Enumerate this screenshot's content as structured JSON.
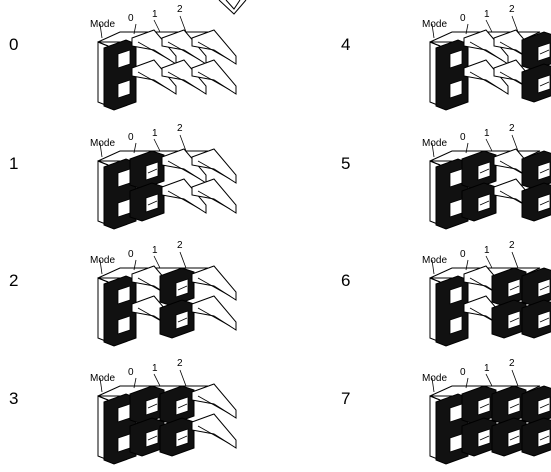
{
  "labels": {
    "mode": "Mode",
    "pos0": "0",
    "pos1": "1",
    "pos2": "2"
  },
  "settings": [
    {
      "number": "0",
      "switches": [
        0,
        0,
        0
      ]
    },
    {
      "number": "1",
      "switches": [
        1,
        0,
        0
      ]
    },
    {
      "number": "2",
      "switches": [
        0,
        1,
        0
      ]
    },
    {
      "number": "3",
      "switches": [
        1,
        1,
        0
      ]
    },
    {
      "number": "4",
      "switches": [
        0,
        0,
        1
      ]
    },
    {
      "number": "5",
      "switches": [
        1,
        0,
        1
      ]
    },
    {
      "number": "6",
      "switches": [
        0,
        1,
        1
      ]
    },
    {
      "number": "7",
      "switches": [
        1,
        1,
        1
      ]
    }
  ],
  "colors": {
    "on": "#111111",
    "off": "#ffffff",
    "stroke": "#000000"
  }
}
